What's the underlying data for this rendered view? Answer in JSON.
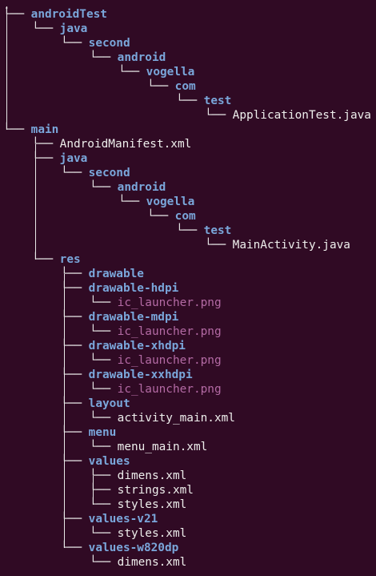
{
  "colors": {
    "background": "#300a24",
    "directory": "#7aa6da",
    "file": "#eeeeec",
    "image_file": "#b36aa4",
    "tree_lines": "#e8e8e8"
  },
  "tree": [
    {
      "depth": 0,
      "label": "androidTest",
      "kind": "dir"
    },
    {
      "depth": 1,
      "label": "java",
      "kind": "dir"
    },
    {
      "depth": 2,
      "label": "second",
      "kind": "dir"
    },
    {
      "depth": 3,
      "label": "android",
      "kind": "dir"
    },
    {
      "depth": 4,
      "label": "vogella",
      "kind": "dir"
    },
    {
      "depth": 5,
      "label": "com",
      "kind": "dir"
    },
    {
      "depth": 6,
      "label": "test",
      "kind": "dir"
    },
    {
      "depth": 7,
      "label": "ApplicationTest.java",
      "kind": "file"
    },
    {
      "depth": 0,
      "label": "main",
      "kind": "dir"
    },
    {
      "depth": 1,
      "label": "AndroidManifest.xml",
      "kind": "file"
    },
    {
      "depth": 1,
      "label": "java",
      "kind": "dir"
    },
    {
      "depth": 2,
      "label": "second",
      "kind": "dir"
    },
    {
      "depth": 3,
      "label": "android",
      "kind": "dir"
    },
    {
      "depth": 4,
      "label": "vogella",
      "kind": "dir"
    },
    {
      "depth": 5,
      "label": "com",
      "kind": "dir"
    },
    {
      "depth": 6,
      "label": "test",
      "kind": "dir"
    },
    {
      "depth": 7,
      "label": "MainActivity.java",
      "kind": "file"
    },
    {
      "depth": 1,
      "label": "res",
      "kind": "dir"
    },
    {
      "depth": 2,
      "label": "drawable",
      "kind": "dir"
    },
    {
      "depth": 2,
      "label": "drawable-hdpi",
      "kind": "dir"
    },
    {
      "depth": 3,
      "label": "ic_launcher.png",
      "kind": "image"
    },
    {
      "depth": 2,
      "label": "drawable-mdpi",
      "kind": "dir"
    },
    {
      "depth": 3,
      "label": "ic_launcher.png",
      "kind": "image"
    },
    {
      "depth": 2,
      "label": "drawable-xhdpi",
      "kind": "dir"
    },
    {
      "depth": 3,
      "label": "ic_launcher.png",
      "kind": "image"
    },
    {
      "depth": 2,
      "label": "drawable-xxhdpi",
      "kind": "dir"
    },
    {
      "depth": 3,
      "label": "ic_launcher.png",
      "kind": "image"
    },
    {
      "depth": 2,
      "label": "layout",
      "kind": "dir"
    },
    {
      "depth": 3,
      "label": "activity_main.xml",
      "kind": "file"
    },
    {
      "depth": 2,
      "label": "menu",
      "kind": "dir"
    },
    {
      "depth": 3,
      "label": "menu_main.xml",
      "kind": "file"
    },
    {
      "depth": 2,
      "label": "values",
      "kind": "dir"
    },
    {
      "depth": 3,
      "label": "dimens.xml",
      "kind": "file"
    },
    {
      "depth": 3,
      "label": "strings.xml",
      "kind": "file"
    },
    {
      "depth": 3,
      "label": "styles.xml",
      "kind": "file"
    },
    {
      "depth": 2,
      "label": "values-v21",
      "kind": "dir"
    },
    {
      "depth": 3,
      "label": "styles.xml",
      "kind": "file"
    },
    {
      "depth": 2,
      "label": "values-w820dp",
      "kind": "dir"
    },
    {
      "depth": 3,
      "label": "dimens.xml",
      "kind": "file"
    }
  ]
}
